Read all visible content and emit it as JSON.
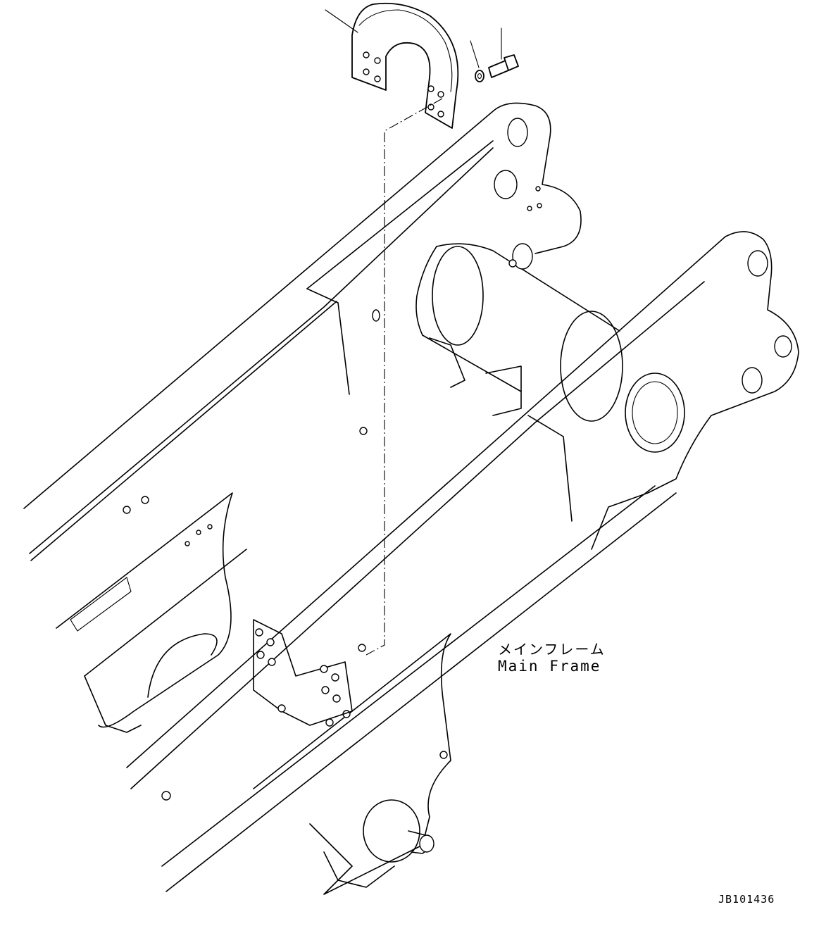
{
  "labels": {
    "main_frame_jp": "メインフレーム",
    "main_frame_en": "Main Frame",
    "drawing_id": "JB101436"
  },
  "colors": {
    "line": "#000000",
    "background": "#ffffff"
  }
}
